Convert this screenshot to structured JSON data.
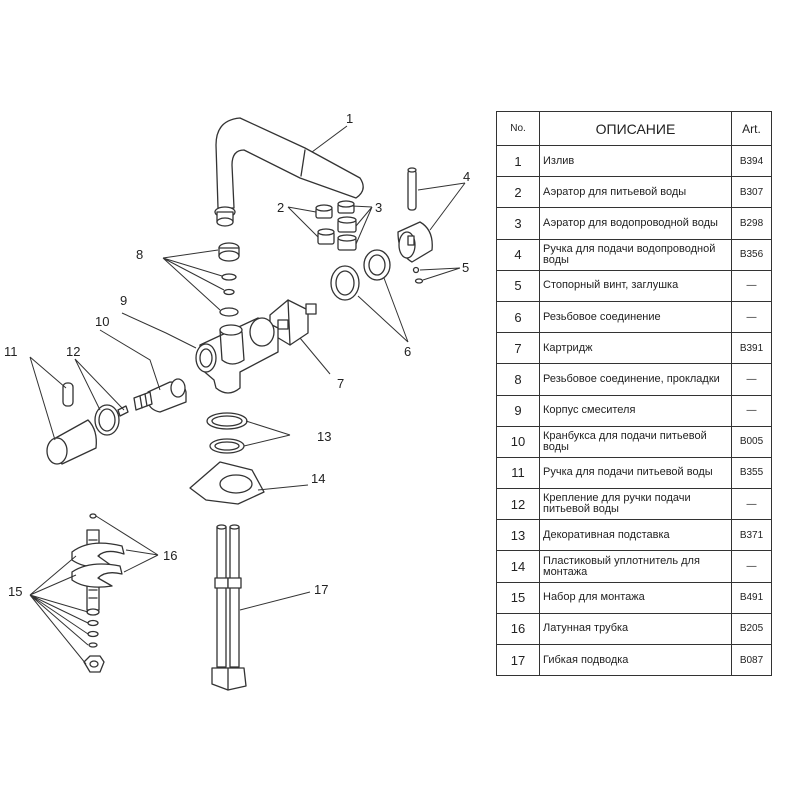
{
  "table": {
    "headers": {
      "no": "No.",
      "description": "ОПИСАНИЕ",
      "art": "Art."
    },
    "rows": [
      {
        "no": "1",
        "description": "Излив",
        "art": "B394"
      },
      {
        "no": "2",
        "description": "Аэратор для питьевой воды",
        "art": "B307"
      },
      {
        "no": "3",
        "description": "Аэратор для водопроводной воды",
        "art": "B298"
      },
      {
        "no": "4",
        "description": "Ручка для подачи водопроводной воды",
        "art": "B356"
      },
      {
        "no": "5",
        "description": "Стопорный винт, заглушка",
        "art": "—"
      },
      {
        "no": "6",
        "description": "Резьбовое соединение",
        "art": "—"
      },
      {
        "no": "7",
        "description": "Картридж",
        "art": "B391"
      },
      {
        "no": "8",
        "description": "Резьбовое соединение, прокладки",
        "art": "—"
      },
      {
        "no": "9",
        "description": "Корпус смесителя",
        "art": "—"
      },
      {
        "no": "10",
        "description": "Кранбукса для подачи питьевой воды",
        "art": "B005"
      },
      {
        "no": "11",
        "description": "Ручка для подачи питьевой воды",
        "art": "B355"
      },
      {
        "no": "12",
        "description": "Крепление для ручки подачи питьевой воды",
        "art": "—"
      },
      {
        "no": "13",
        "description": "Декоративная подставка",
        "art": "B371"
      },
      {
        "no": "14",
        "description": "Пластиковый уплотнитель для монтажа",
        "art": "—"
      },
      {
        "no": "15",
        "description": "Набор для монтажа",
        "art": "B491"
      },
      {
        "no": "16",
        "description": "Латунная трубка",
        "art": "B205"
      },
      {
        "no": "17",
        "description": "Гибкая подводка",
        "art": "B087"
      }
    ]
  },
  "callouts": [
    "1",
    "2",
    "3",
    "4",
    "5",
    "6",
    "7",
    "8",
    "9",
    "10",
    "11",
    "12",
    "13",
    "14",
    "15",
    "16",
    "17"
  ]
}
